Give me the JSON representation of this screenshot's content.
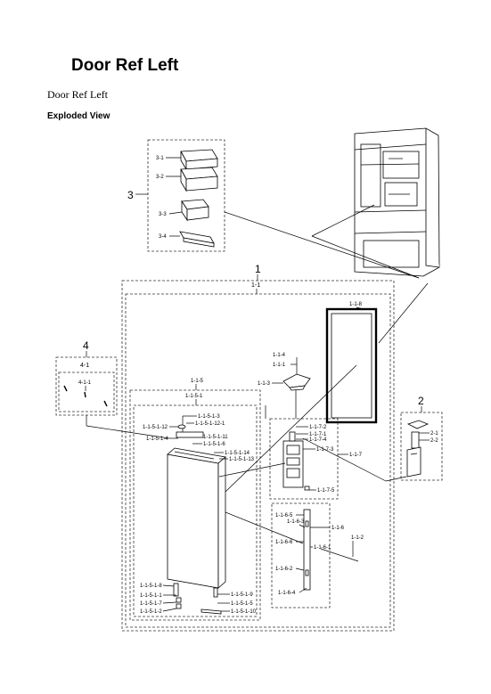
{
  "page": {
    "title": "Door Ref Left",
    "subtitle": "Door Ref Left",
    "section": "Exploded View"
  },
  "callouts": {
    "g3": "3",
    "p3_1": "3-1",
    "p3_2": "3-2",
    "p3_3": "3-3",
    "p3_4": "3-4",
    "g1": "1",
    "g1_1": "1-1",
    "g4": "4",
    "p4_1": "4-1",
    "p4_1_1": "4-1-1",
    "g2": "2",
    "p2_1": "2-1",
    "p2_2": "2-2",
    "p1_1_8": "1-1-8",
    "p1_1_4": "1-1-4",
    "p1_1_1": "1-1-1",
    "p1_1_3": "1-1-3",
    "p1_1_5": "1-1-5",
    "p1_1_5_1": "1-1-5-1",
    "p1_1_5_1_3": "1-1-5-1-3",
    "p1_1_5_1_12": "1-1-5-1-12",
    "p1_1_5_1_12_1": "1-1-5-1-12-1",
    "p1_1_5_1_4": "1-1-5-1-4",
    "p1_1_5_1_11": "1-1-5-1-11",
    "p1_1_5_1_6": "1-1-5-1-6",
    "p1_1_5_1_14": "1-1-5-1-14",
    "p1_1_5_1_13": "1-1-5-1-13",
    "p1_1_7_2": "1-1-7-2",
    "p1_1_7_1": "1-1-7-1",
    "p1_1_7_4": "1-1-7-4",
    "p1_1_7_3": "1-1-7-3",
    "p1_1_7": "1-1-7",
    "p1_1_7_5": "1-1-7-5",
    "p1_1_6_5": "1-1-6-5",
    "p1_1_6_3": "1-1-6-3",
    "p1_1_6": "1-1-6",
    "p1_1_6_1": "1-1-6-1",
    "p1_1_6_6": "1-1-6-6",
    "p1_1_2": "1-1-2",
    "p1_1_6_2": "1-1-6-2",
    "p1_1_6_4": "1-1-6-4",
    "p1_1_5_1_8": "1-1-5-1-8",
    "p1_1_5_1_1": "1-1-5-1-1",
    "p1_1_5_1_7": "1-1-5-1-7",
    "p1_1_5_1_2": "1-1-5-1-2",
    "p1_1_5_1_9": "1-1-5-1-9",
    "p1_1_5_1_5": "1-1-5-1-5",
    "p1_1_5_1_10": "1-1-5-1-10"
  }
}
